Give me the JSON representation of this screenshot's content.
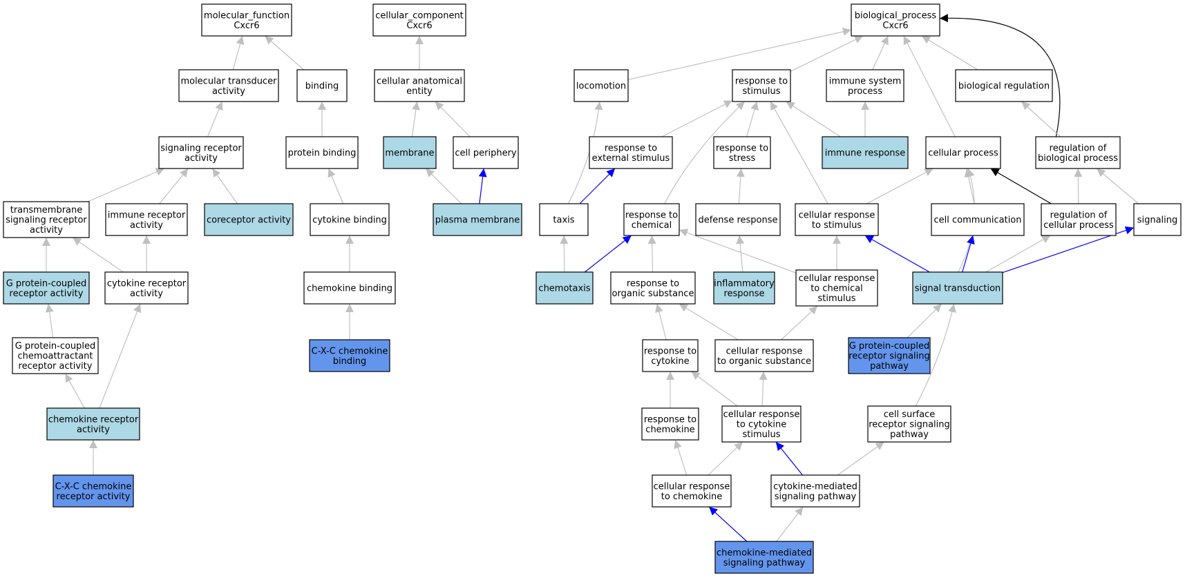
{
  "colors": {
    "plain": "#ffffff",
    "highlight": "#add8e6",
    "target": "#6495ed",
    "edge_gray": "#c0c0c0",
    "edge_blue": "#0000ff",
    "edge_black": "#000000"
  },
  "nodes": [
    {
      "id": "mf",
      "lines": [
        "molecular_function",
        "Cxcr6"
      ],
      "fill": "plain"
    },
    {
      "id": "cc",
      "lines": [
        "cellular_component",
        "Cxcr6"
      ],
      "fill": "plain"
    },
    {
      "id": "bp",
      "lines": [
        "biological_process",
        "Cxcr6"
      ],
      "fill": "plain"
    },
    {
      "id": "mta",
      "lines": [
        "molecular transducer",
        "activity"
      ],
      "fill": "plain"
    },
    {
      "id": "binding",
      "lines": [
        "binding"
      ],
      "fill": "plain"
    },
    {
      "id": "cae",
      "lines": [
        "cellular anatomical",
        "entity"
      ],
      "fill": "plain"
    },
    {
      "id": "loco",
      "lines": [
        "locomotion"
      ],
      "fill": "plain"
    },
    {
      "id": "rts",
      "lines": [
        "response to",
        "stimulus"
      ],
      "fill": "plain"
    },
    {
      "id": "isp",
      "lines": [
        "immune system",
        "process"
      ],
      "fill": "plain"
    },
    {
      "id": "breg",
      "lines": [
        "biological regulation"
      ],
      "fill": "plain"
    },
    {
      "id": "sra",
      "lines": [
        "signaling receptor",
        "activity"
      ],
      "fill": "plain"
    },
    {
      "id": "pb",
      "lines": [
        "protein binding"
      ],
      "fill": "plain"
    },
    {
      "id": "mem",
      "lines": [
        "membrane"
      ],
      "fill": "highlight"
    },
    {
      "id": "cperi",
      "lines": [
        "cell periphery"
      ],
      "fill": "plain"
    },
    {
      "id": "rtes",
      "lines": [
        "response to",
        "external stimulus"
      ],
      "fill": "plain"
    },
    {
      "id": "rtstress",
      "lines": [
        "response to",
        "stress"
      ],
      "fill": "plain"
    },
    {
      "id": "ir",
      "lines": [
        "immune response"
      ],
      "fill": "highlight"
    },
    {
      "id": "cp",
      "lines": [
        "cellular process"
      ],
      "fill": "plain"
    },
    {
      "id": "rbp",
      "lines": [
        "regulation of",
        "biological process"
      ],
      "fill": "plain"
    },
    {
      "id": "tsra",
      "lines": [
        "transmembrane",
        "signaling receptor",
        "activity"
      ],
      "fill": "plain"
    },
    {
      "id": "ira",
      "lines": [
        "immune receptor",
        "activity"
      ],
      "fill": "plain"
    },
    {
      "id": "cora",
      "lines": [
        "coreceptor activity"
      ],
      "fill": "highlight"
    },
    {
      "id": "cb",
      "lines": [
        "cytokine binding"
      ],
      "fill": "plain"
    },
    {
      "id": "pm",
      "lines": [
        "plasma membrane"
      ],
      "fill": "highlight"
    },
    {
      "id": "taxis",
      "lines": [
        "taxis"
      ],
      "fill": "plain"
    },
    {
      "id": "rtc",
      "lines": [
        "response to",
        "chemical"
      ],
      "fill": "plain"
    },
    {
      "id": "dr",
      "lines": [
        "defense response"
      ],
      "fill": "plain"
    },
    {
      "id": "crts",
      "lines": [
        "cellular response",
        "to stimulus"
      ],
      "fill": "plain"
    },
    {
      "id": "cc2",
      "lines": [
        "cell communication"
      ],
      "fill": "plain"
    },
    {
      "id": "rcp",
      "lines": [
        "regulation of",
        "cellular process"
      ],
      "fill": "plain"
    },
    {
      "id": "sig",
      "lines": [
        "signaling"
      ],
      "fill": "plain"
    },
    {
      "id": "gpcra",
      "lines": [
        "G protein-coupled",
        "receptor activity"
      ],
      "fill": "highlight"
    },
    {
      "id": "cra",
      "lines": [
        "cytokine receptor",
        "activity"
      ],
      "fill": "plain"
    },
    {
      "id": "chb",
      "lines": [
        "chemokine binding"
      ],
      "fill": "plain"
    },
    {
      "id": "chemo",
      "lines": [
        "chemotaxis"
      ],
      "fill": "highlight"
    },
    {
      "id": "rtos",
      "lines": [
        "response to",
        "organic substance"
      ],
      "fill": "plain"
    },
    {
      "id": "infr",
      "lines": [
        "inflammatory",
        "response"
      ],
      "fill": "highlight"
    },
    {
      "id": "crtcs",
      "lines": [
        "cellular response",
        "to chemical",
        "stimulus"
      ],
      "fill": "plain"
    },
    {
      "id": "st",
      "lines": [
        "signal transduction"
      ],
      "fill": "highlight"
    },
    {
      "id": "gpccra",
      "lines": [
        "G protein-coupled",
        "chemoattractant",
        "receptor activity"
      ],
      "fill": "plain"
    },
    {
      "id": "cxcb",
      "lines": [
        "C-X-C chemokine",
        "binding"
      ],
      "fill": "target"
    },
    {
      "id": "rtcyt",
      "lines": [
        "response to",
        "cytokine"
      ],
      "fill": "plain"
    },
    {
      "id": "crtos",
      "lines": [
        "cellular response",
        "to organic substance"
      ],
      "fill": "plain"
    },
    {
      "id": "gpcrsp",
      "lines": [
        "G protein-coupled",
        "receptor signaling",
        "pathway"
      ],
      "fill": "target"
    },
    {
      "id": "chra",
      "lines": [
        "chemokine receptor",
        "activity"
      ],
      "fill": "highlight"
    },
    {
      "id": "rtchem",
      "lines": [
        "response to",
        "chemokine"
      ],
      "fill": "plain"
    },
    {
      "id": "crtcyt",
      "lines": [
        "cellular response",
        "to cytokine",
        "stimulus"
      ],
      "fill": "plain"
    },
    {
      "id": "csrsp",
      "lines": [
        "cell surface",
        "receptor signaling",
        "pathway"
      ],
      "fill": "plain"
    },
    {
      "id": "cxcra",
      "lines": [
        "C-X-C chemokine",
        "receptor activity"
      ],
      "fill": "target"
    },
    {
      "id": "crtchem",
      "lines": [
        "cellular response",
        "to chemokine"
      ],
      "fill": "plain"
    },
    {
      "id": "cmsp",
      "lines": [
        "cytokine-mediated",
        "signaling pathway"
      ],
      "fill": "plain"
    },
    {
      "id": "chmsp",
      "lines": [
        "chemokine-mediated",
        "signaling pathway"
      ],
      "fill": "target"
    }
  ],
  "edges": [
    {
      "from": "mta",
      "to": "mf",
      "color": "edge_gray"
    },
    {
      "from": "binding",
      "to": "mf",
      "color": "edge_gray"
    },
    {
      "from": "sra",
      "to": "mta",
      "color": "edge_gray"
    },
    {
      "from": "pb",
      "to": "binding",
      "color": "edge_gray"
    },
    {
      "from": "tsra",
      "to": "sra",
      "color": "edge_gray"
    },
    {
      "from": "ira",
      "to": "sra",
      "color": "edge_gray"
    },
    {
      "from": "cora",
      "to": "sra",
      "color": "edge_gray"
    },
    {
      "from": "gpcra",
      "to": "tsra",
      "color": "edge_gray"
    },
    {
      "from": "cra",
      "to": "tsra",
      "color": "edge_gray"
    },
    {
      "from": "cra",
      "to": "ira",
      "color": "edge_gray"
    },
    {
      "from": "gpccra",
      "to": "gpcra",
      "color": "edge_gray"
    },
    {
      "from": "chra",
      "to": "gpccra",
      "color": "edge_gray"
    },
    {
      "from": "chra",
      "to": "cra",
      "color": "edge_gray"
    },
    {
      "from": "cxcra",
      "to": "chra",
      "color": "edge_gray"
    },
    {
      "from": "cb",
      "to": "pb",
      "color": "edge_gray"
    },
    {
      "from": "chb",
      "to": "cb",
      "color": "edge_gray"
    },
    {
      "from": "cxcb",
      "to": "chb",
      "color": "edge_gray"
    },
    {
      "from": "cae",
      "to": "cc",
      "color": "edge_gray"
    },
    {
      "from": "mem",
      "to": "cae",
      "color": "edge_gray"
    },
    {
      "from": "cperi",
      "to": "cae",
      "color": "edge_gray"
    },
    {
      "from": "pm",
      "to": "mem",
      "color": "edge_gray"
    },
    {
      "from": "pm",
      "to": "cperi",
      "color": "edge_blue"
    },
    {
      "from": "loco",
      "to": "bp",
      "color": "edge_gray"
    },
    {
      "from": "rts",
      "to": "bp",
      "color": "edge_gray"
    },
    {
      "from": "isp",
      "to": "bp",
      "color": "edge_gray"
    },
    {
      "from": "breg",
      "to": "bp",
      "color": "edge_gray"
    },
    {
      "from": "cp",
      "to": "bp",
      "color": "edge_gray"
    },
    {
      "from": "rbp",
      "to": "bp",
      "color": "edge_black",
      "curve": true
    },
    {
      "from": "taxis",
      "to": "loco",
      "color": "edge_gray",
      "curve": true
    },
    {
      "from": "rtes",
      "to": "rts",
      "color": "edge_gray"
    },
    {
      "from": "rtstress",
      "to": "rts",
      "color": "edge_gray"
    },
    {
      "from": "ir",
      "to": "rts",
      "color": "edge_gray"
    },
    {
      "from": "ir",
      "to": "isp",
      "color": "edge_gray"
    },
    {
      "from": "rtc",
      "to": "rts",
      "color": "edge_gray",
      "curve": true
    },
    {
      "from": "crts",
      "to": "rts",
      "color": "edge_gray"
    },
    {
      "from": "rbp",
      "to": "breg",
      "color": "edge_gray"
    },
    {
      "from": "taxis",
      "to": "rtes",
      "color": "edge_blue"
    },
    {
      "from": "dr",
      "to": "rtstress",
      "color": "edge_gray"
    },
    {
      "from": "crts",
      "to": "cp",
      "color": "edge_gray"
    },
    {
      "from": "cc2",
      "to": "cp",
      "color": "edge_gray"
    },
    {
      "from": "rcp",
      "to": "cp",
      "color": "edge_black"
    },
    {
      "from": "st",
      "to": "cp",
      "color": "edge_gray",
      "curve": true
    },
    {
      "from": "rcp",
      "to": "rbp",
      "color": "edge_gray"
    },
    {
      "from": "sig",
      "to": "rbp",
      "color": "edge_gray"
    },
    {
      "from": "chemo",
      "to": "taxis",
      "color": "edge_gray"
    },
    {
      "from": "chemo",
      "to": "rtc",
      "color": "edge_blue"
    },
    {
      "from": "rtos",
      "to": "rtc",
      "color": "edge_gray"
    },
    {
      "from": "crtcs",
      "to": "rtc",
      "color": "edge_gray"
    },
    {
      "from": "infr",
      "to": "dr",
      "color": "edge_gray"
    },
    {
      "from": "crtcs",
      "to": "crts",
      "color": "edge_gray"
    },
    {
      "from": "st",
      "to": "crts",
      "color": "edge_blue"
    },
    {
      "from": "st",
      "to": "cc2",
      "color": "edge_blue"
    },
    {
      "from": "st",
      "to": "rcp",
      "color": "edge_gray"
    },
    {
      "from": "st",
      "to": "sig",
      "color": "edge_blue"
    },
    {
      "from": "rtcyt",
      "to": "rtos",
      "color": "edge_gray"
    },
    {
      "from": "crtos",
      "to": "rtos",
      "color": "edge_gray"
    },
    {
      "from": "crtos",
      "to": "crtcs",
      "color": "edge_gray"
    },
    {
      "from": "gpcrsp",
      "to": "st",
      "color": "edge_gray"
    },
    {
      "from": "csrsp",
      "to": "st",
      "color": "edge_gray",
      "curve": true
    },
    {
      "from": "rtchem",
      "to": "rtcyt",
      "color": "edge_gray"
    },
    {
      "from": "crtcyt",
      "to": "rtcyt",
      "color": "edge_gray"
    },
    {
      "from": "crtcyt",
      "to": "crtos",
      "color": "edge_gray"
    },
    {
      "from": "crtchem",
      "to": "rtchem",
      "color": "edge_gray"
    },
    {
      "from": "crtchem",
      "to": "crtcyt",
      "color": "edge_gray"
    },
    {
      "from": "cmsp",
      "to": "crtcyt",
      "color": "edge_blue"
    },
    {
      "from": "cmsp",
      "to": "csrsp",
      "color": "edge_gray"
    },
    {
      "from": "chmsp",
      "to": "crtchem",
      "color": "edge_blue"
    },
    {
      "from": "chmsp",
      "to": "cmsp",
      "color": "edge_gray"
    }
  ]
}
